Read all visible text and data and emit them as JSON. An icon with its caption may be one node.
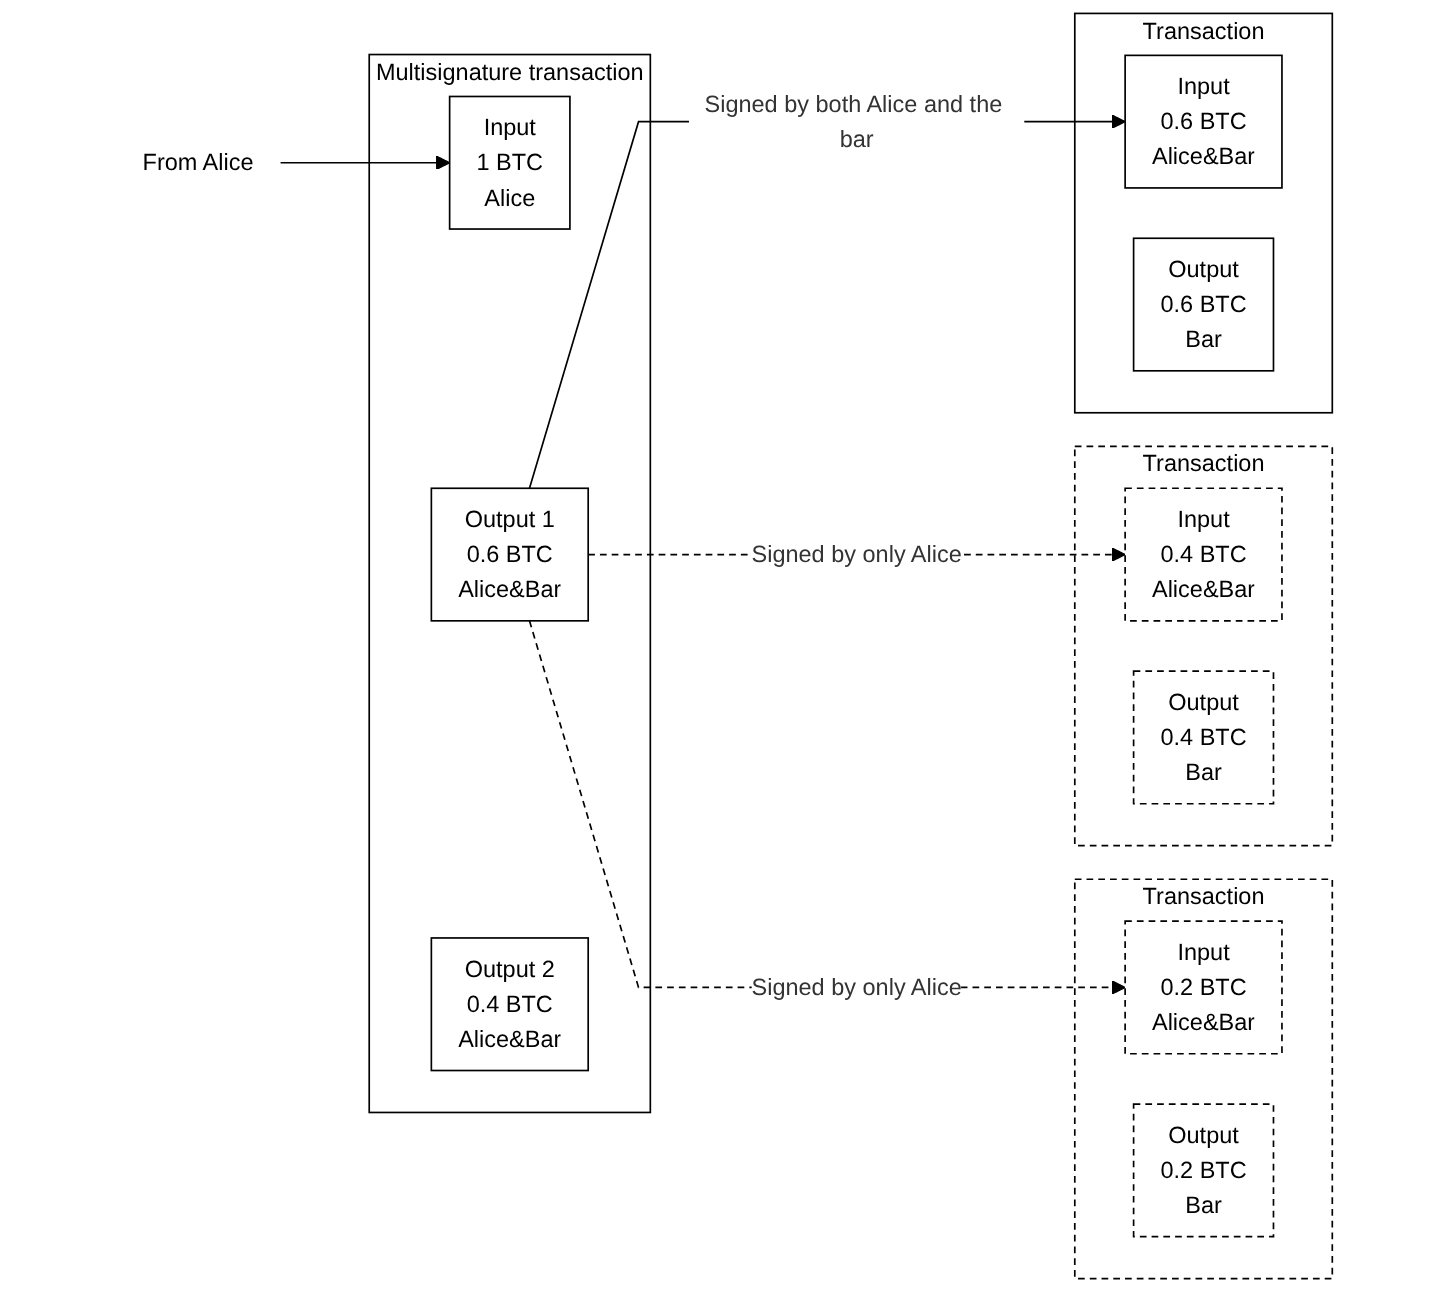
{
  "diagram": {
    "nodes": [
      {
        "text": [
          "From Alice"
        ]
      },
      {
        "text": [
          "Multisignature transaction"
        ]
      },
      {
        "text": [
          "Input",
          "1 BTC",
          "Alice"
        ],
        "in": 1
      },
      {
        "text": [
          "Output 1",
          "0.6 BTC",
          "Alice&Bar"
        ],
        "in": 1
      },
      {
        "text": [
          "Output 2",
          "0.4 BTC",
          "Alice&Bar"
        ],
        "in": 1
      },
      {
        "text": [
          "Transaction"
        ]
      },
      {
        "text": [
          "Input",
          "0.2 BTC",
          "Alice&Bar"
        ],
        "in": 5
      },
      {
        "text": [
          "Output",
          "0.2 BTC",
          "Bar"
        ],
        "in": 5
      },
      {
        "text": [
          "Transaction"
        ]
      },
      {
        "text": [
          "Input",
          "0.4 BTC",
          "Alice&Bar"
        ],
        "in": 8
      },
      {
        "text": [
          "Output",
          "0.4 BTC",
          "Bar"
        ],
        "in": 8
      },
      {
        "text": [
          "Transaction"
        ]
      },
      {
        "text": [
          "Input",
          "0.6 BTC",
          "Alice&Bar"
        ],
        "in": 11
      },
      {
        "text": [
          "Output",
          "0.6 BTC",
          "Bar"
        ],
        "in": 11
      }
    ],
    "edges": [
      {
        "from": 0,
        "to": 2,
        "arrow": "to"
      },
      {
        "from": 3,
        "to": 6,
        "arrow": "to",
        "label": "Signed by only Alice",
        "style": "dashed"
      },
      {
        "from": 3,
        "to": 9,
        "arrow": "to",
        "label": "Signed by only Alice",
        "style": "dashed"
      },
      {
        "from": 3,
        "to": 12,
        "arrow": "to",
        "label": "Signed by both Alice and the bar"
      }
    ]
  }
}
